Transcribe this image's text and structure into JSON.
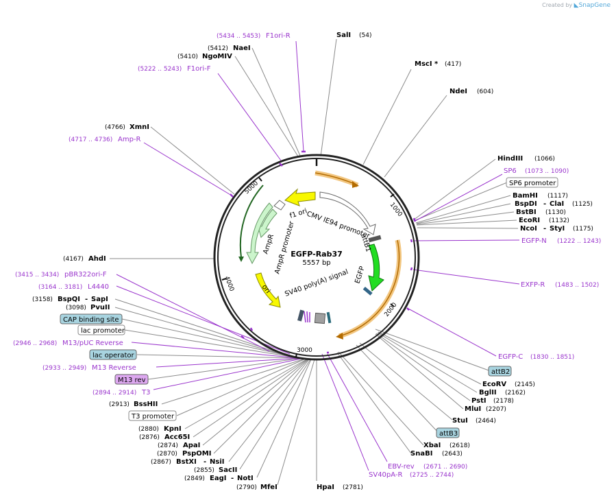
{
  "app": {
    "created_by": "Created by",
    "brand": "SnapGene"
  },
  "map": {
    "name": "EGFP-Rab37",
    "size": "5557 bp",
    "ticks": [
      "1000",
      "2000",
      "3000",
      "4000",
      "5000"
    ]
  },
  "colors": {
    "primer": "#9933cc",
    "enzyme_line": "#808080",
    "ring": "#222222",
    "feature_yellow": "#f8f800",
    "feature_green": "#22dd22",
    "feature_lightgreen": "#ccf5cc",
    "box_blue": "#a8d4e0",
    "box_pink": "#dda8f0"
  },
  "enzymes": [
    {
      "name": "SalI",
      "pos": "(54)"
    },
    {
      "name": "MscI *",
      "pos": "(417)"
    },
    {
      "name": "NdeI",
      "pos": "(604)"
    },
    {
      "name": "HindIII",
      "pos": "(1066)"
    },
    {
      "name": "BamHI",
      "pos": "(1117)"
    },
    {
      "name": "BspDI",
      "name2": "ClaI",
      "pos": "(1125)"
    },
    {
      "name": "BstBI",
      "pos": "(1130)"
    },
    {
      "name": "EcoRI",
      "pos": "(1132)"
    },
    {
      "name": "NcoI",
      "name2": "StyI",
      "pos": "(1175)"
    },
    {
      "name": "EcoRV",
      "pos": "(2145)"
    },
    {
      "name": "BglII",
      "pos": "(2162)"
    },
    {
      "name": "PstI",
      "pos": "(2178)"
    },
    {
      "name": "MluI",
      "pos": "(2207)"
    },
    {
      "name": "StuI",
      "pos": "(2464)"
    },
    {
      "name": "XbaI",
      "pos": "(2618)"
    },
    {
      "name": "SnaBI",
      "pos": "(2643)"
    },
    {
      "name": "HpaI",
      "pos": "(2781)"
    },
    {
      "name": "MfeI",
      "pos": "(2790)"
    },
    {
      "name": "EagI",
      "name2": "NotI",
      "pos": "(2849)"
    },
    {
      "name": "SacII",
      "pos": "(2855)"
    },
    {
      "name": "BstXI",
      "name2": "NsiI",
      "pos": "(2867)"
    },
    {
      "name": "PspOMI",
      "pos": "(2870)"
    },
    {
      "name": "ApaI",
      "pos": "(2874)"
    },
    {
      "name": "Acc65I",
      "pos": "(2876)"
    },
    {
      "name": "KpnI",
      "pos": "(2880)"
    },
    {
      "name": "BssHII",
      "pos": "(2913)"
    },
    {
      "name": "PvuII",
      "pos": "(3098)"
    },
    {
      "name": "BspQI",
      "name2": "SapI",
      "pos": "(3158)"
    },
    {
      "name": "AhdI",
      "pos": "(4167)"
    },
    {
      "name": "XmnI",
      "pos": "(4766)"
    },
    {
      "name": "NgoMIV",
      "pos": "(5410)"
    },
    {
      "name": "NaeI",
      "pos": "(5412)"
    }
  ],
  "primers": [
    {
      "name": "F1ori-R",
      "range": "(5434 .. 5453)"
    },
    {
      "name": "F1ori-F",
      "range": "(5222 .. 5243)"
    },
    {
      "name": "Amp-R",
      "range": "(4717 .. 4736)"
    },
    {
      "name": "SP6",
      "range": "(1073 .. 1090)"
    },
    {
      "name": "EGFP-N",
      "range": "(1222 .. 1243)"
    },
    {
      "name": "EXFP-R",
      "range": "(1483 .. 1502)"
    },
    {
      "name": "EGFP-C",
      "range": "(1830 .. 1851)"
    },
    {
      "name": "EBV-rev",
      "range": "(2671 .. 2690)"
    },
    {
      "name": "SV40pA-R",
      "range": "(2725 .. 2744)"
    },
    {
      "name": "T3",
      "range": "(2894 .. 2914)"
    },
    {
      "name": "M13 Reverse",
      "range": "(2933 .. 2949)"
    },
    {
      "name": "M13/pUC Reverse",
      "range": "(2946 .. 2968)"
    },
    {
      "name": "L4440",
      "range": "(3164 .. 3181)"
    },
    {
      "name": "pBR322ori-F",
      "range": "(3415 .. 3434)"
    }
  ],
  "boxed_features": [
    "SP6 promoter",
    "attB2",
    "attB3",
    "T3 promoter",
    "M13 rev",
    "lac operator",
    "lac promoter",
    "CAP binding site"
  ],
  "inner_features": [
    "f1 ori",
    "CMV IE94 promoter",
    "attB1",
    "EGFP",
    "SV40 poly(A) signal",
    "ori",
    "AmpR promoter",
    "AmpR"
  ]
}
